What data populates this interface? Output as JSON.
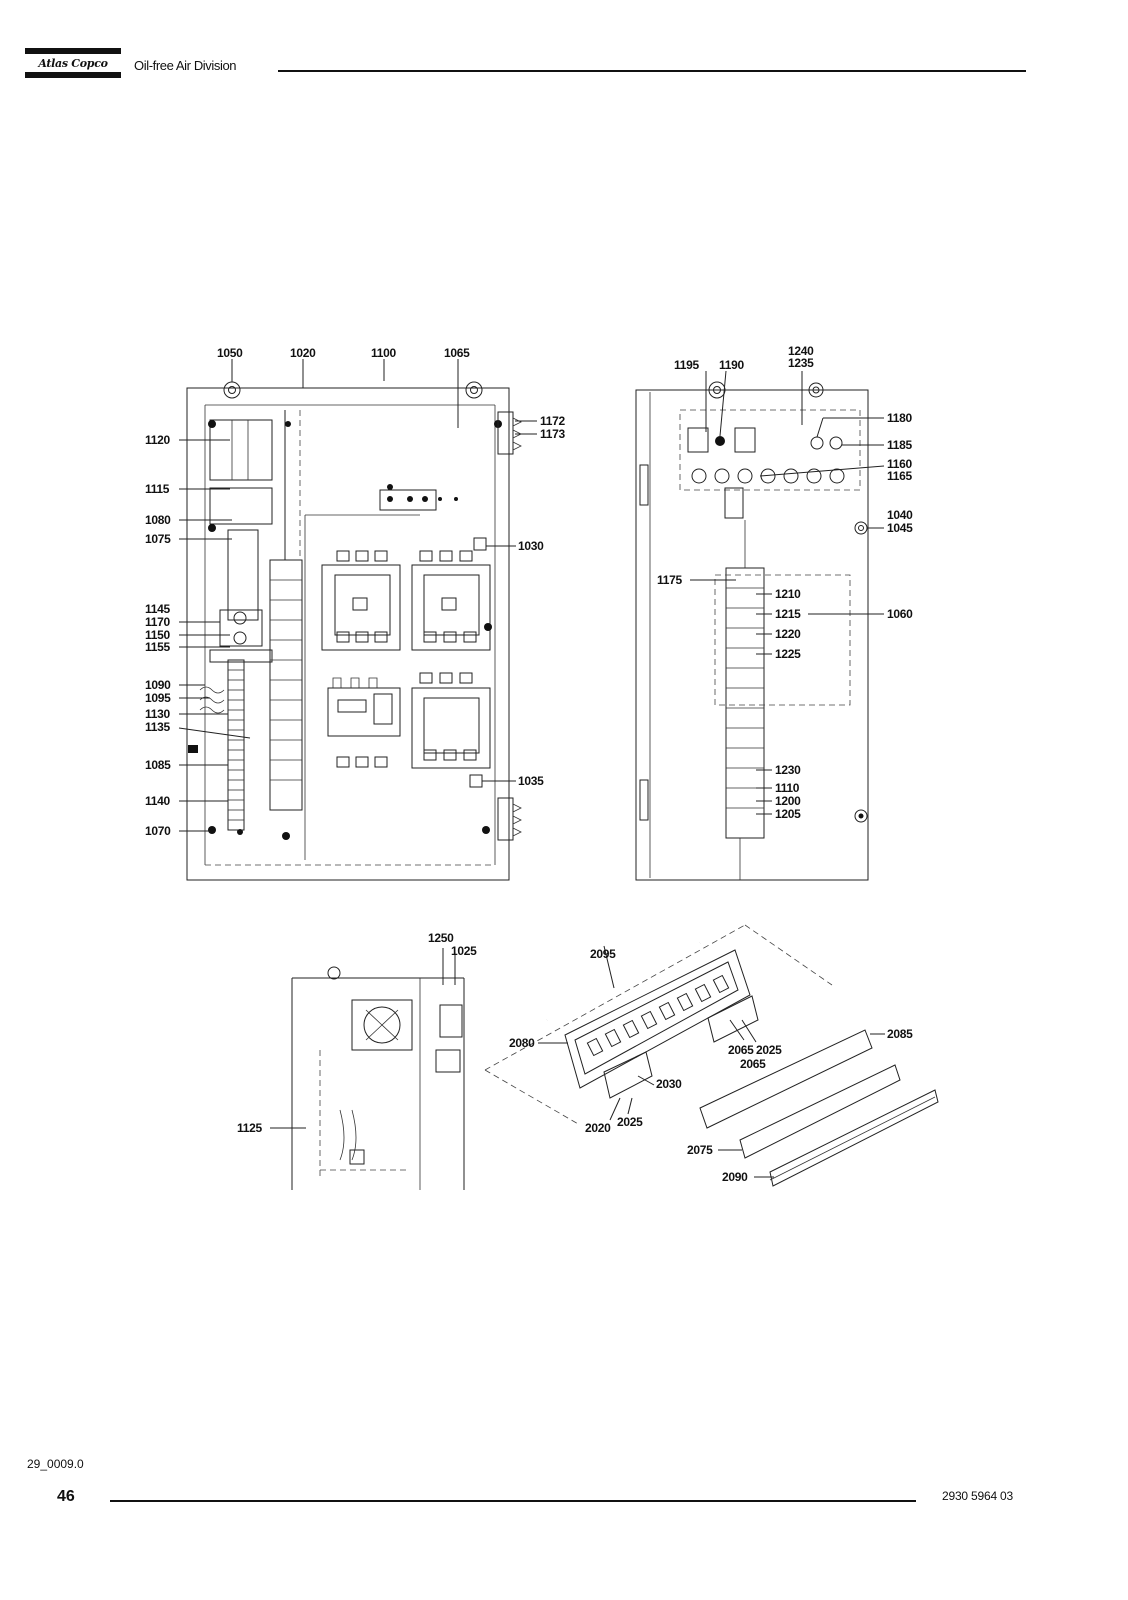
{
  "header": {
    "brand": "Atlas Copco",
    "division": "Oil-free Air Division"
  },
  "footer": {
    "figure_code": "29_0009.0",
    "page_number": "46",
    "document_number": "2930 5964 03"
  },
  "labels": {
    "l1050": "1050",
    "l1020": "1020",
    "l1100": "1100",
    "l1065": "1065",
    "l1172": "1172",
    "l1173": "1173",
    "l1120": "1120",
    "l1115": "1115",
    "l1080": "1080",
    "l1075": "1075",
    "l1030": "1030",
    "l1145": "1145",
    "l1170": "1170",
    "l1150": "1150",
    "l1155": "1155",
    "l1090": "1090",
    "l1095": "1095",
    "l1130": "1130",
    "l1135": "1135",
    "l1085": "1085",
    "l1035": "1035",
    "l1140": "1140",
    "l1070": "1070",
    "l1195": "1195",
    "l1190": "1190",
    "l1240": "1240",
    "l1235": "1235",
    "l1180": "1180",
    "l1185": "1185",
    "l1160": "1160",
    "l1165": "1165",
    "l1040": "1040",
    "l1045": "1045",
    "l1175": "1175",
    "l1210": "1210",
    "l1215": "1215",
    "l1060": "1060",
    "l1220": "1220",
    "l1225": "1225",
    "l1230": "1230",
    "l1110": "1110",
    "l1200": "1200",
    "l1205": "1205",
    "l1250": "1250",
    "l1025": "1025",
    "l1125": "1125",
    "l2095": "2095",
    "l2080": "2080",
    "l2065a": "2065",
    "l2025a": "2025",
    "l2085": "2085",
    "l2065b": "2065",
    "l2030": "2030",
    "l2020": "2020",
    "l2025b": "2025",
    "l2075": "2075",
    "l2090": "2090"
  }
}
